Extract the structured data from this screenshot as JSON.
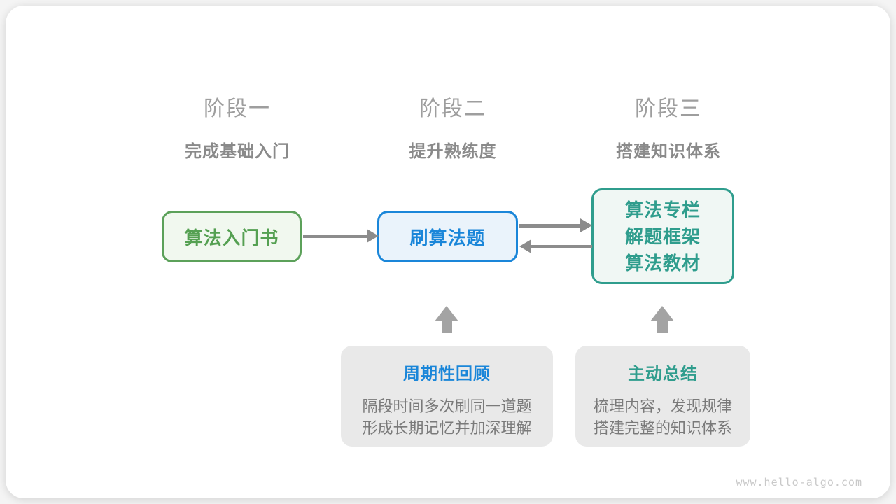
{
  "watermark": "www.hello-algo.com",
  "stages": [
    {
      "label": "阶段一",
      "subtitle": "完成基础入门"
    },
    {
      "label": "阶段二",
      "subtitle": "提升熟练度"
    },
    {
      "label": "阶段三",
      "subtitle": "搭建知识体系"
    }
  ],
  "nodes": {
    "intro_book": {
      "label": "算法入门书"
    },
    "practice": {
      "label": "刷算法题"
    },
    "resources": {
      "lines": [
        "算法专栏",
        "解题框架",
        "算法教材"
      ]
    }
  },
  "tips": [
    {
      "title": "周期性回顾",
      "lines": [
        "隔段时间多次刷同一道题",
        "形成长期记忆并加深理解"
      ]
    },
    {
      "title": "主动总结",
      "lines": [
        "梳理内容，发现规律",
        "搭建完整的知识体系"
      ]
    }
  ],
  "colors": {
    "stage_label": "#9e9e9e",
    "stage_subtitle": "#8a8a8a",
    "green": "#5ca15a",
    "green_fill": "#f1f8ef",
    "blue": "#1a86d9",
    "blue_fill": "#eaf3fb",
    "teal": "#2f9d8d",
    "teal_fill": "#f0f7f4",
    "arrow": "#8c8c8c",
    "block_arrow": "#a3a3a3",
    "tip_background": "#e9e9e9",
    "tip_body_text": "#7a7a7a",
    "watermark": "#c9c9c9"
  }
}
